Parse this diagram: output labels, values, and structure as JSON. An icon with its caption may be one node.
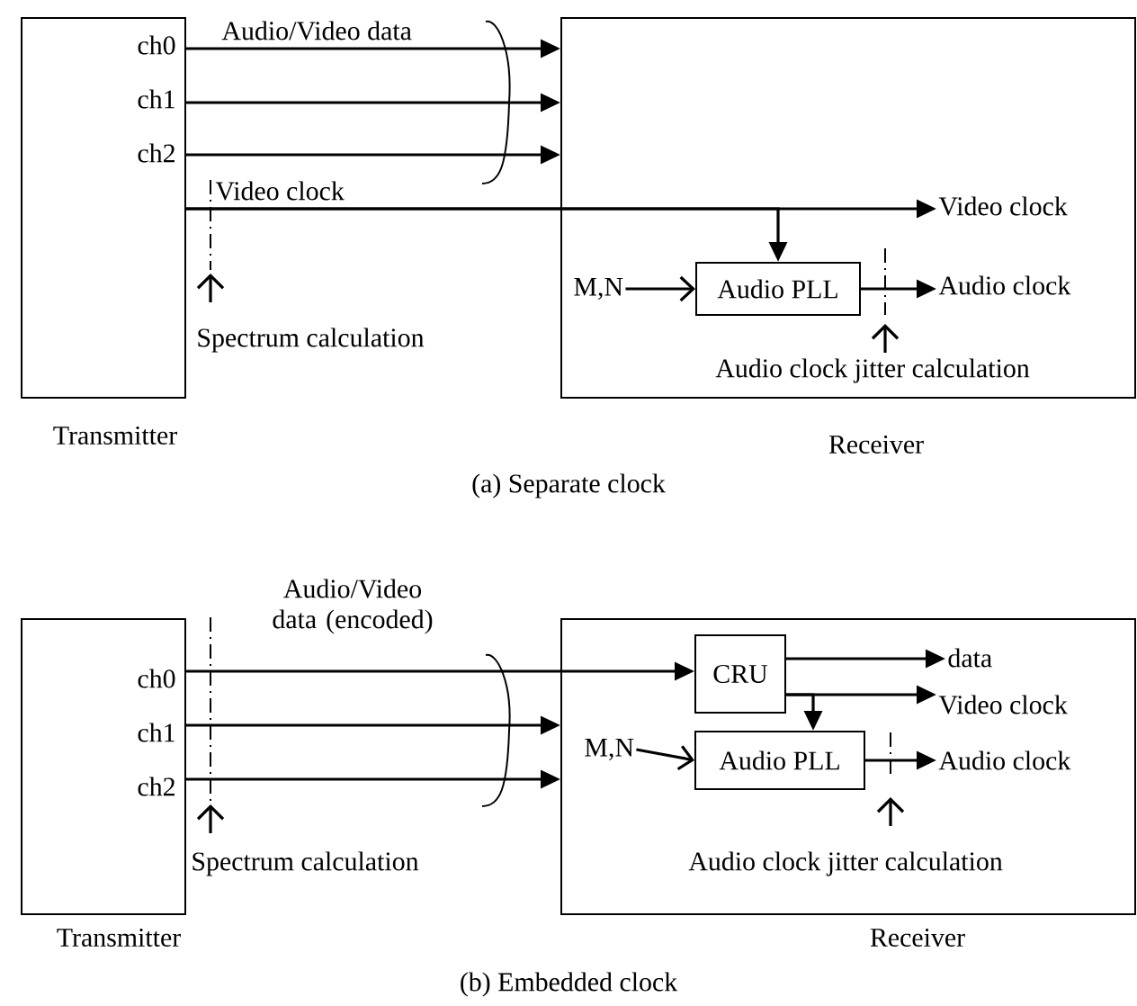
{
  "diagram": {
    "nodes": [
      {
        "text": [
          "Transmitter"
        ]
      },
      {
        "text": [
          "Receiver"
        ]
      },
      {
        "text": [
          "Audio PLL"
        ],
        "in": 1
      },
      {
        "text": [
          "M,N"
        ],
        "in": 1
      },
      {
        "text": [
          "Video clock"
        ],
        "in": 1
      },
      {
        "text": [
          "Audio clock"
        ],
        "in": 1
      },
      {
        "text": [
          "Transmitter"
        ]
      },
      {
        "text": [
          "Receiver"
        ]
      },
      {
        "text": [
          "CRU"
        ],
        "in": 7
      },
      {
        "text": [
          "Audio PLL"
        ],
        "in": 7
      },
      {
        "text": [
          "M,N"
        ],
        "in": 7
      },
      {
        "text": [
          "data"
        ],
        "in": 7
      },
      {
        "text": [
          "Video clock"
        ],
        "in": 7
      },
      {
        "text": [
          "Audio clock"
        ],
        "in": 7
      }
    ],
    "edges": [
      {
        "from": 0,
        "to": 1,
        "arrow": "to"
      },
      {
        "from": 0,
        "to": 1,
        "arrow": "to"
      },
      {
        "from": 0,
        "to": 1,
        "arrow": "to"
      },
      {
        "from": 0,
        "to": 4,
        "arrow": "to",
        "label": "Video clock"
      },
      {
        "from": 0,
        "to": 2,
        "arrow": "to"
      },
      {
        "from": 3,
        "to": 2,
        "arrow": "to"
      },
      {
        "from": 2,
        "to": 5,
        "arrow": "to"
      },
      {
        "from": 6,
        "to": 8,
        "arrow": "to"
      },
      {
        "from": 6,
        "to": 7,
        "arrow": "to"
      },
      {
        "from": 6,
        "to": 7,
        "arrow": "to"
      },
      {
        "from": 8,
        "to": 11,
        "arrow": "to"
      },
      {
        "from": 8,
        "to": 12,
        "arrow": "to"
      },
      {
        "from": 8,
        "to": 9,
        "arrow": "to"
      },
      {
        "from": 10,
        "to": 9,
        "arrow": "to"
      },
      {
        "from": 9,
        "to": 13,
        "arrow": "to"
      }
    ],
    "labels": [
      "ch0",
      "ch1",
      "ch2",
      "Audio/Video data",
      "Spectrum calculation",
      "Audio clock jitter calculation",
      "(a) Separate clock",
      "ch0",
      "ch1",
      "ch2",
      "Audio/Video data (encoded)",
      "Spectrum calculation",
      "Audio clock jitter calculation",
      "(b) Embedded clock"
    ]
  }
}
